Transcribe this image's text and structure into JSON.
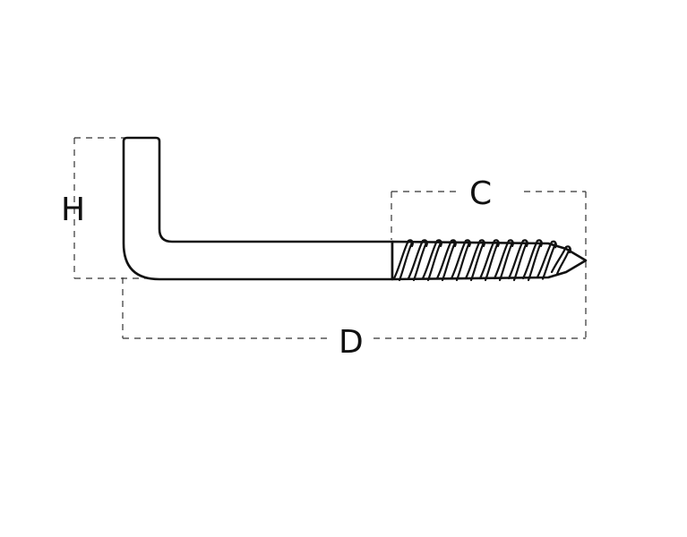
{
  "labels": {
    "height": "H",
    "thread_length": "C",
    "overall_length": "D"
  },
  "colors": {
    "line": "#111111",
    "dimension_line": "#333333",
    "background": "#ffffff"
  }
}
